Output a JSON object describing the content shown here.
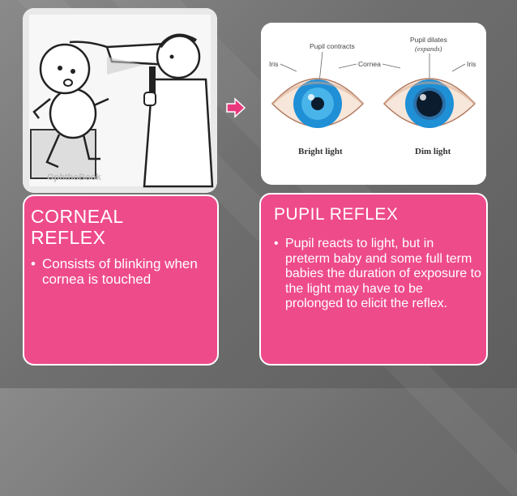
{
  "slide": {
    "left": {
      "title_line1": "CORNEAL",
      "title_line2": "REFLEX",
      "bullet": "Consists of blinking when cornea is touched",
      "watermark": "OphthoBook"
    },
    "right": {
      "title": "PUPIL REFLEX",
      "bullet": "Pupil reacts to light, but in preterm baby and some full term babies the duration of exposure to the light may have to be prolonged to elicit the reflex."
    },
    "diagram": {
      "pupil_contracts": "Pupil contracts",
      "pupil_dilates": "Pupil dilates",
      "expands": "(expands)",
      "iris_left": "Iris",
      "cornea": "Cornea",
      "iris_right": "Iris",
      "bright_light": "Bright light",
      "dim_light": "Dim light"
    }
  },
  "colors": {
    "card_pink": "#ee4b8b",
    "arrow_pink": "#e8397d",
    "iris_blue": "#1f8fd6"
  }
}
